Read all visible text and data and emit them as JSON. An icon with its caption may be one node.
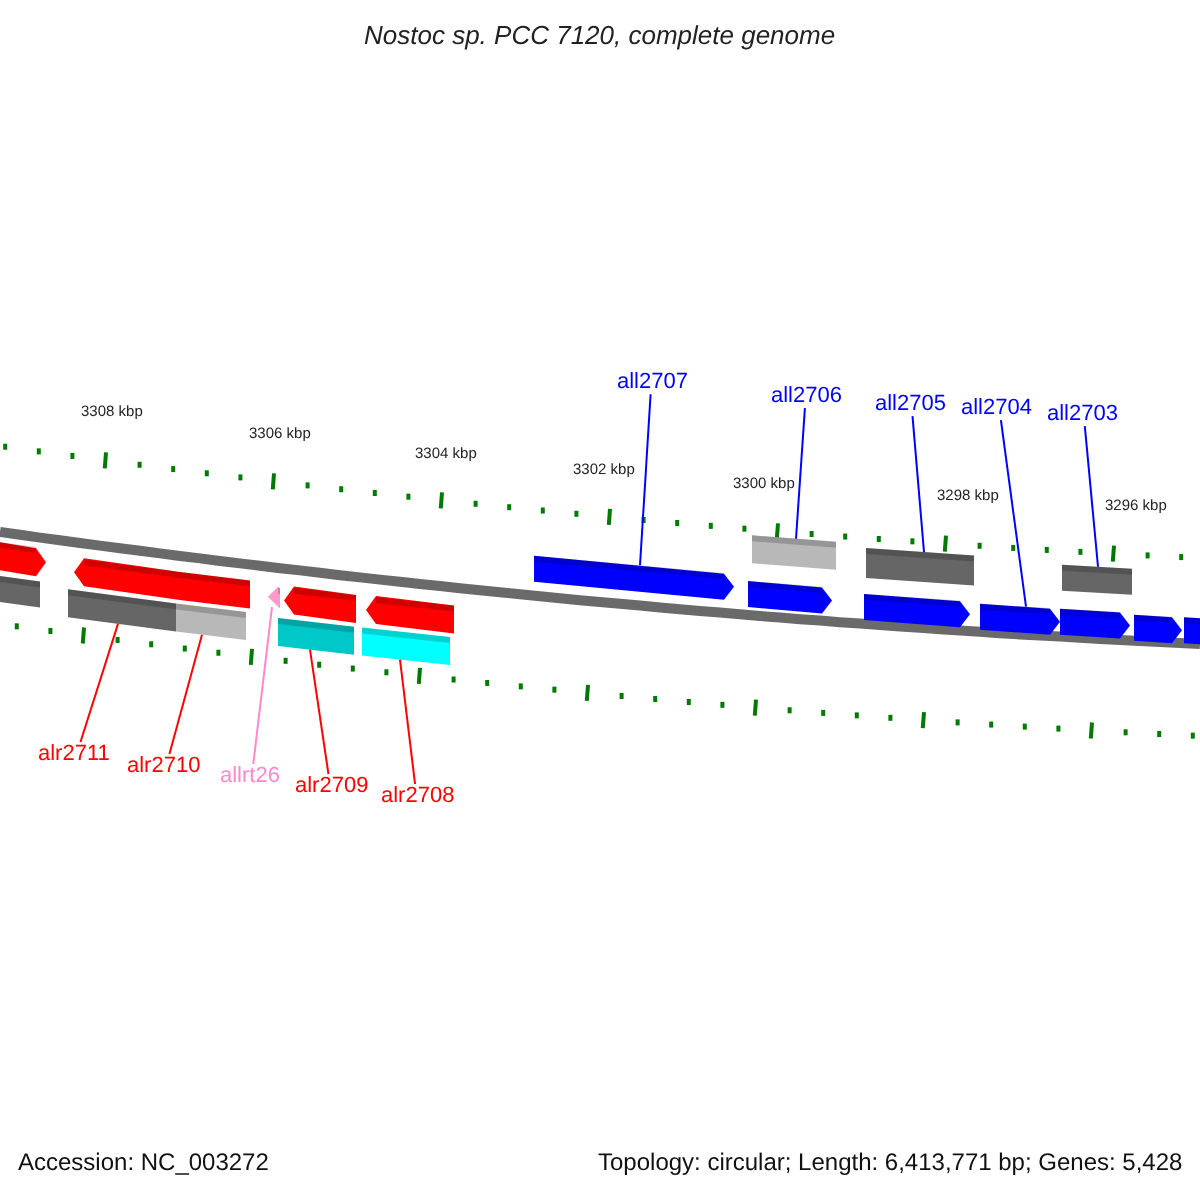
{
  "diagram": {
    "title": "Nostoc sp. PCC 7120, complete genome",
    "nodes": [
      {
        "text": [
          "alr2711"
        ]
      },
      {
        "text": [
          "alr2710"
        ]
      },
      {
        "text": [
          "allrt26"
        ]
      },
      {
        "text": [
          "alr2709"
        ]
      },
      {
        "text": [
          "alr2708"
        ]
      },
      {
        "text": [
          "all2707"
        ]
      },
      {
        "text": [
          "all2706"
        ]
      },
      {
        "text": [
          "all2705"
        ]
      },
      {
        "text": [
          "all2704"
        ]
      },
      {
        "text": [
          "all2703"
        ]
      },
      {
        "text": [],
        "shape": "pentagon"
      },
      {
        "text": [],
        "shape": "bar"
      },
      {
        "text": [],
        "shape": "bar"
      },
      {
        "text": [],
        "shape": "pentagon"
      },
      {
        "text": [],
        "shape": "bar"
      },
      {
        "text": [],
        "shape": "bar"
      },
      {
        "text": [],
        "shape": "pentagon"
      },
      {
        "text": [],
        "shape": "bar"
      },
      {
        "text": [],
        "shape": "pentagon"
      },
      {
        "text": [],
        "shape": "bar"
      },
      {
        "text": [],
        "shape": "pentagon"
      },
      {
        "text": [],
        "shape": "pentagon"
      },
      {
        "text": [],
        "shape": "pentagon"
      },
      {
        "text": [],
        "shape": "bar"
      },
      {
        "text": [],
        "shape": "pentagon"
      },
      {
        "text": [],
        "shape": "bar"
      },
      {
        "text": [],
        "shape": "pentagon"
      },
      {
        "text": [],
        "shape": "pentagon"
      },
      {
        "text": [],
        "shape": "bar"
      },
      {
        "text": [],
        "shape": "pentagon"
      },
      {
        "text": [],
        "shape": "pentagon"
      }
    ],
    "edges": [
      {
        "from": 0,
        "to": 12,
        "arrow": "none",
        "color": "#ff0000"
      },
      {
        "from": 1,
        "to": 14,
        "arrow": "none",
        "color": "#ff0000"
      },
      {
        "from": 2,
        "to": 16,
        "arrow": "none",
        "color": "#ff88cc"
      },
      {
        "from": 3,
        "to": 17,
        "arrow": "none",
        "color": "#ff0000"
      },
      {
        "from": 4,
        "to": 19,
        "arrow": "none",
        "color": "#ff0000"
      },
      {
        "from": 5,
        "to": 21,
        "arrow": "none",
        "color": "#0000ff"
      },
      {
        "from": 6,
        "to": 23,
        "arrow": "none",
        "color": "#0000ff"
      },
      {
        "from": 7,
        "to": 25,
        "arrow": "none",
        "color": "#0000ff"
      },
      {
        "from": 8,
        "to": 26,
        "arrow": "none",
        "color": "#0000ff"
      },
      {
        "from": 9,
        "to": 28,
        "arrow": "none",
        "color": "#0000ff"
      }
    ],
    "labels": [
      "3308 kbp",
      "3306 kbp",
      "3304 kbp",
      "3302 kbp",
      "3300 kbp",
      "3298 kbp",
      "3296 kbp",
      "Accession: NC_003272",
      "Topology: circular; Length: 6,413,771 bp; Genes: 5,428"
    ]
  }
}
